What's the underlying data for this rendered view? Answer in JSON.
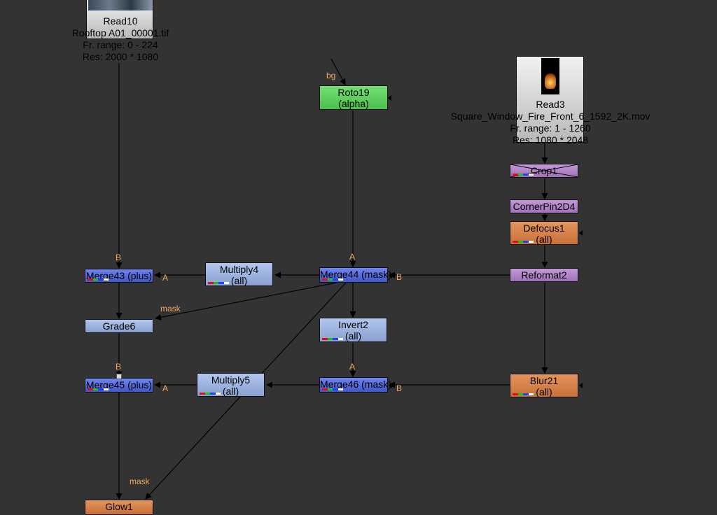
{
  "nodes": {
    "read10": {
      "name": "Read10",
      "file": "Rooftop A01_00001.tif",
      "range": "Fr. range: 0 - 224",
      "res": "Res: 2000 * 1080"
    },
    "read3": {
      "name": "Read3",
      "file": "Square_Window_Fire_Front_6_1592_2K.mov",
      "range": "Fr. range: 1 - 1260",
      "res": "Res: 1080 * 2048"
    },
    "roto19": {
      "name": "Roto19",
      "sub": "(alpha)"
    },
    "crop1": {
      "name": "Crop1"
    },
    "cornerpin": {
      "name": "CornerPin2D4"
    },
    "defocus1": {
      "name": "Defocus1",
      "sub": "(all)"
    },
    "reformat2": {
      "name": "Reformat2"
    },
    "merge43": {
      "name": "Merge43 (plus)"
    },
    "multiply4": {
      "name": "Multiply4",
      "sub": "(all)"
    },
    "merge44": {
      "name": "Merge44 (mask)"
    },
    "grade6": {
      "name": "Grade6"
    },
    "invert2": {
      "name": "Invert2",
      "sub": "(all)"
    },
    "merge45": {
      "name": "Merge45 (plus)"
    },
    "multiply5": {
      "name": "Multiply5",
      "sub": "(all)"
    },
    "merge46": {
      "name": "Merge46 (mask)"
    },
    "blur21": {
      "name": "Blur21",
      "sub": "(all)"
    },
    "glow1": {
      "name": "Glow1"
    }
  },
  "labels": {
    "bg": "bg",
    "A": "A",
    "B": "B",
    "mask": "mask"
  },
  "colors": {
    "background": "#333333",
    "merge": "#5369d9",
    "color_node": "#9ab0dc",
    "roto": "#5fd35f",
    "transform": "#b382c8",
    "filter": "#d9804a",
    "read": "#d8d8d8",
    "input_label": "#f0a860"
  }
}
